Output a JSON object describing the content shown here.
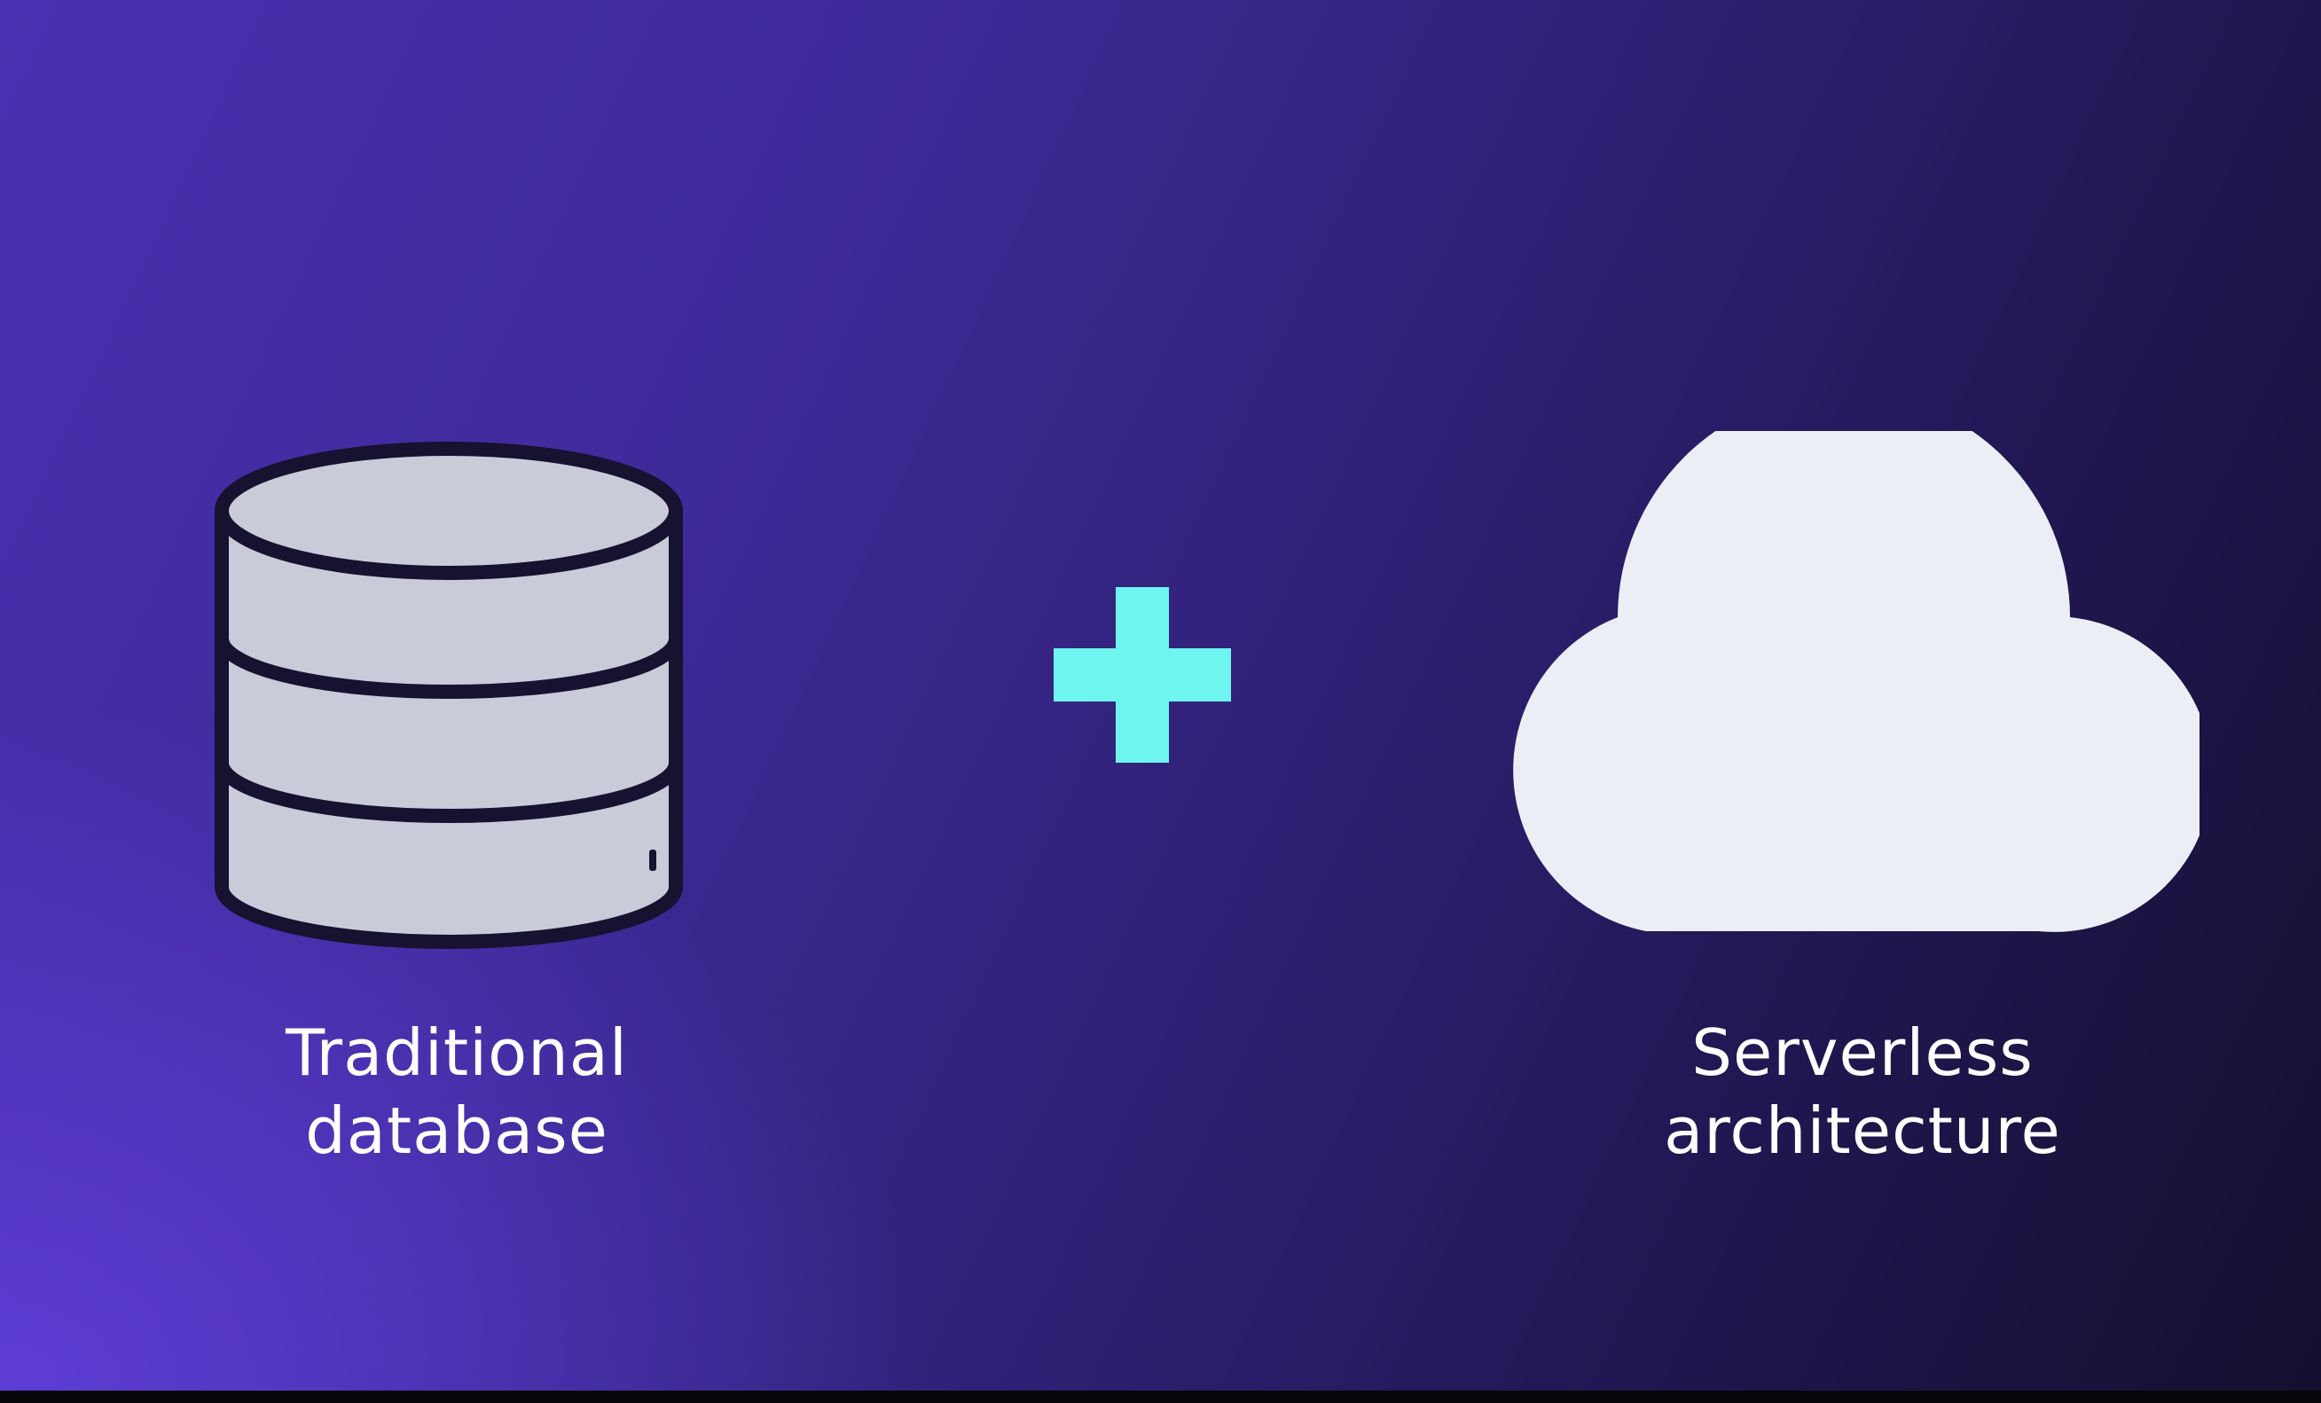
{
  "colors": {
    "background_light": "#5a3fd6",
    "background_dark": "#130e2a",
    "database_fill": "#c9cbd9",
    "database_outline": "#161230",
    "plus_color": "#6ff5ef",
    "cloud_fill": "#eceef6",
    "text": "#ffffff"
  },
  "left_item": {
    "icon": "database-icon",
    "label_line1": "Traditional",
    "label_line2": "database"
  },
  "operator": {
    "icon": "plus-icon"
  },
  "right_item": {
    "icon": "cloud-icon",
    "label_line1": "Serverless",
    "label_line2": "architecture"
  }
}
